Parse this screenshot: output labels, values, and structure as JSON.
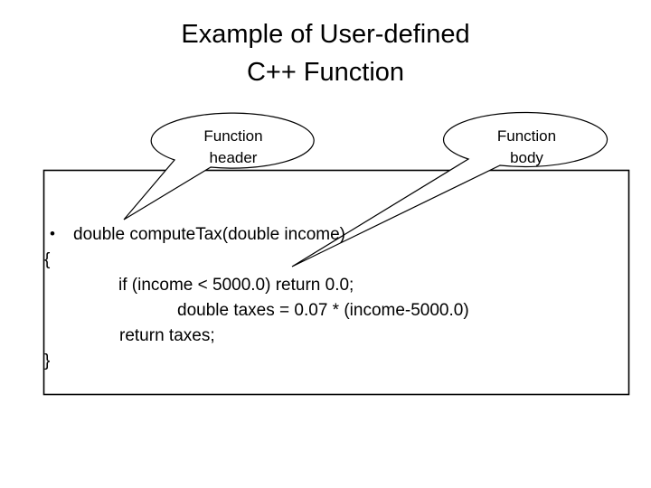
{
  "slide": {
    "background": "#ffffff",
    "text_color": "#000000",
    "border_color": "#000000"
  },
  "title": {
    "line1": "Example of User-defined",
    "line2": "C++ Function"
  },
  "callouts": [
    {
      "name": "function-header",
      "label_line1": "Function",
      "label_line2": "header"
    },
    {
      "name": "function-body",
      "label_line1": "Function",
      "label_line2": "body"
    }
  ],
  "code": {
    "bullet": "•",
    "lines": [
      "double computeTax(double income)",
      "{",
      "if (income < 5000.0) return 0.0;",
      "double taxes = 0.07 * (income-5000.0)",
      "return taxes;",
      "}"
    ]
  }
}
